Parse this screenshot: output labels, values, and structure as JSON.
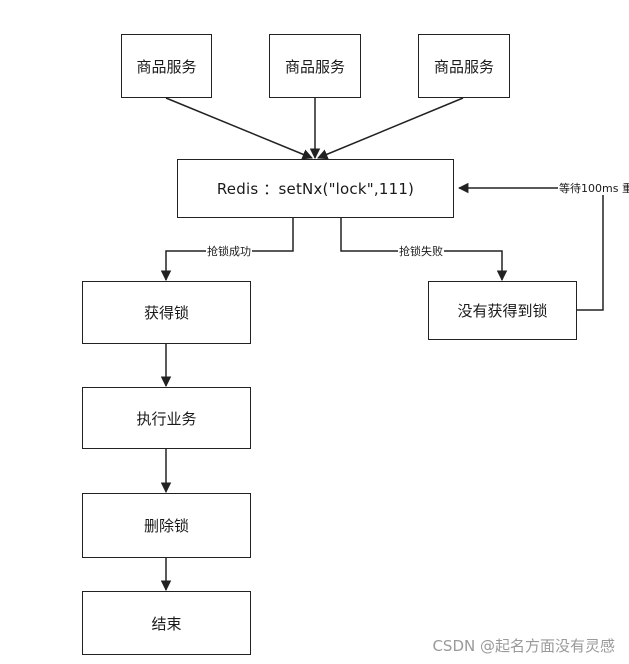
{
  "nodes": {
    "service_1": "商品服务",
    "service_2": "商品服务",
    "service_3": "商品服务",
    "redis": "Redis  ：setNx(\"lock\",111)",
    "got_lock": "获得锁",
    "execute": "执行业务",
    "delete_lock": "删除锁",
    "end": "结束",
    "no_lock": "没有获得到锁"
  },
  "edges": {
    "success": "抢锁成功",
    "fail": "抢锁失败",
    "retry": "等待100ms 重"
  },
  "watermark": "CSDN @起名方面没有灵感",
  "colors": {
    "stroke": "#222222",
    "watermark": "#9a9a9a"
  }
}
